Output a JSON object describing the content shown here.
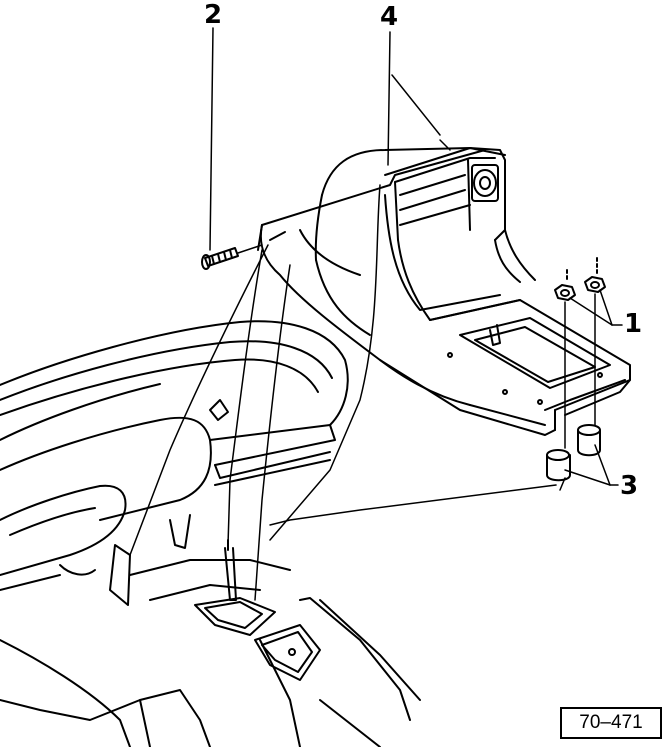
{
  "diagram": {
    "callouts": [
      {
        "label": "1"
      },
      {
        "label": "2"
      },
      {
        "label": "3"
      },
      {
        "label": "4"
      }
    ],
    "figure_reference": "70–471"
  },
  "colors": {
    "ink": "#000000",
    "paper": "#ffffff"
  }
}
